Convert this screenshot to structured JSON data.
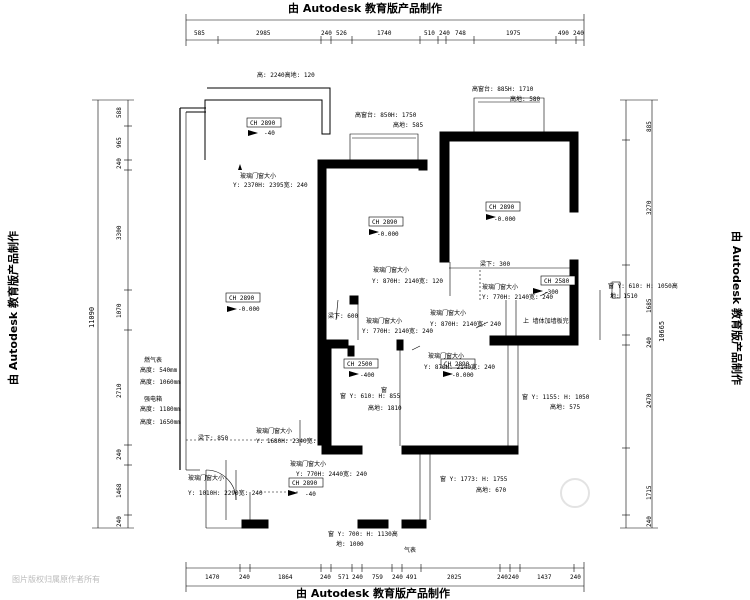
{
  "watermark": "由 Autodesk 教育版产品制作",
  "dims_top": [
    "585",
    "2985",
    "240",
    "526",
    "1740",
    "510",
    "240",
    "748",
    "1975",
    "490",
    "240"
  ],
  "dims_bottom": [
    "1470",
    "240",
    "1864",
    "240",
    "571",
    "240",
    "759",
    "240",
    "491",
    "2025",
    "240",
    "240",
    "1437",
    "240"
  ],
  "dims_left": [
    "588",
    "965",
    "240",
    "3300",
    "1070",
    "2710",
    "240",
    "1468",
    "240"
  ],
  "dims_right": [
    "885",
    "3270",
    "1685",
    "240",
    "2470",
    "1715",
    "240"
  ],
  "total_left": "11090",
  "total_right": "10665",
  "window_notes": {
    "top_left": "高: 2240高地: 120",
    "mid_top_1": "高窗台: 850H: 1750",
    "mid_top_2": "高地: 585",
    "right_top_1": "高窗台: 885H: 1710",
    "right_top_2": "高地: 580",
    "right_mid_1": "窗 Y: 610: H: 1050高",
    "right_mid_2": "地: 1510",
    "right_lower_1": "窗 Y: 1155: H: 1050",
    "right_lower_2": "高地: 575",
    "bottom_1": "窗 Y: 1773: H: 1755",
    "bottom_2": "高地: 670",
    "bottom_left_1": "窗 Y: 700: H: 1130高",
    "bottom_left_2": "地: 1000",
    "small_room_1": "窗 Y: 610: H: 855",
    "small_room_2": "高地: 1810"
  },
  "rooms": [
    {
      "ch": "CH 2890",
      "level": "-40"
    },
    {
      "ch": "CH 2890",
      "level": "-0.000"
    },
    {
      "ch": "CH 2890",
      "level": "-0.000"
    },
    {
      "ch": "CH 2890",
      "level": "-0.000"
    },
    {
      "ch": "CH 2580",
      "level": "-300"
    },
    {
      "ch": "CH 2500",
      "level": "-400"
    },
    {
      "ch": "CH 2890",
      "level": "-0.000"
    },
    {
      "ch": "CH 2890",
      "level": "-40"
    }
  ],
  "doors": {
    "d1a": "玻璃门窗大小",
    "d1b": "Y: 2370H: 2395宽: 240",
    "d2a": "玻璃门窗大小",
    "d2b": "Y: 870H: 2140宽: 120",
    "d3a": "玻璃门窗大小",
    "d3b": "Y: 770H: 2140宽: 240",
    "d4a": "玻璃门窗大小",
    "d4b": "Y: 770H: 2140宽: 240",
    "d5a": "玻璃门窗大小",
    "d5b": "Y: 870H: 2140宽: 240",
    "d6a": "玻璃门窗大小",
    "d6b": "Y: 870H: 2140宽: 240",
    "d7a": "玻璃门窗大小",
    "d7b": "Y: 1680H: 2340宽: 240",
    "d8a": "玻璃门窗大小",
    "d8b": "Y: 770H: 2440宽: 240",
    "d9a": "玻璃门窗大小",
    "d9b": "Y: 1010H: 2290宽: 240"
  },
  "beams": {
    "b1": "梁下: 300",
    "b2": "梁下: 600",
    "b3": "梁下: 850"
  },
  "misc": {
    "bath_note": "上 墙体加墙板完",
    "gas_1": "燃气表",
    "gas_2": "高度: 540mm",
    "gas_3": "高度: 1060mm",
    "elec_1": "强电箱",
    "elec_2": "高度: 1180mm",
    "elec_3": "高度: 1650mm",
    "meter": "气表",
    "hole": "窗"
  },
  "credit": "图片版权归属原作者所有"
}
